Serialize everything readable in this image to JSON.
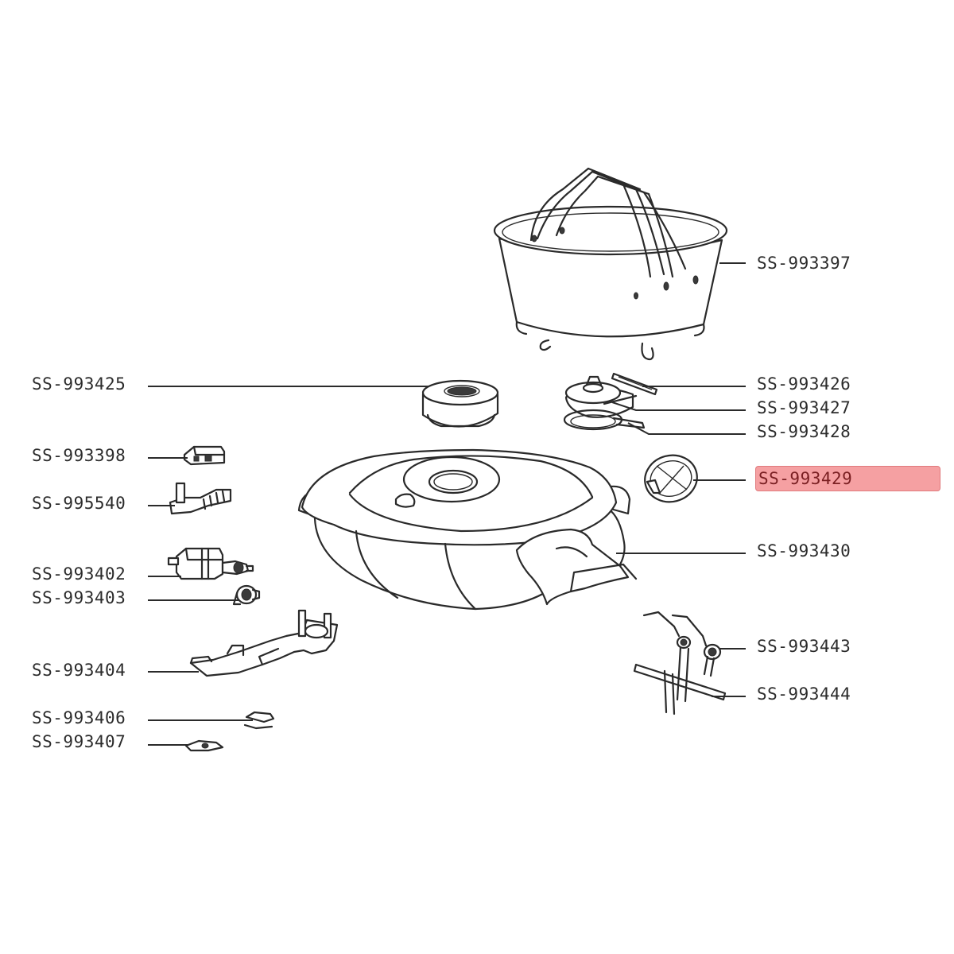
{
  "highlight_color": "#f5a0a2",
  "parts": [
    {
      "id": "p3397",
      "code": "SS-993397",
      "side": "right",
      "highlighted": false
    },
    {
      "id": "p3425",
      "code": "SS-993425",
      "side": "left",
      "highlighted": false
    },
    {
      "id": "p3426",
      "code": "SS-993426",
      "side": "right",
      "highlighted": false
    },
    {
      "id": "p3427",
      "code": "SS-993427",
      "side": "right",
      "highlighted": false
    },
    {
      "id": "p3428",
      "code": "SS-993428",
      "side": "right",
      "highlighted": false
    },
    {
      "id": "p3398",
      "code": "SS-993398",
      "side": "left",
      "highlighted": false
    },
    {
      "id": "p5540",
      "code": "SS-995540",
      "side": "left",
      "highlighted": false
    },
    {
      "id": "p3429",
      "code": "SS-993429",
      "side": "right",
      "highlighted": true
    },
    {
      "id": "p3430",
      "code": "SS-993430",
      "side": "right",
      "highlighted": false
    },
    {
      "id": "p3402",
      "code": "SS-993402",
      "side": "left",
      "highlighted": false
    },
    {
      "id": "p3403",
      "code": "SS-993403",
      "side": "left",
      "highlighted": false
    },
    {
      "id": "p3443",
      "code": "SS-993443",
      "side": "right",
      "highlighted": false
    },
    {
      "id": "p3404",
      "code": "SS-993404",
      "side": "left",
      "highlighted": false
    },
    {
      "id": "p3444",
      "code": "SS-993444",
      "side": "right",
      "highlighted": false
    },
    {
      "id": "p3406",
      "code": "SS-993406",
      "side": "left",
      "highlighted": false
    },
    {
      "id": "p3407",
      "code": "SS-993407",
      "side": "left",
      "highlighted": false
    }
  ]
}
